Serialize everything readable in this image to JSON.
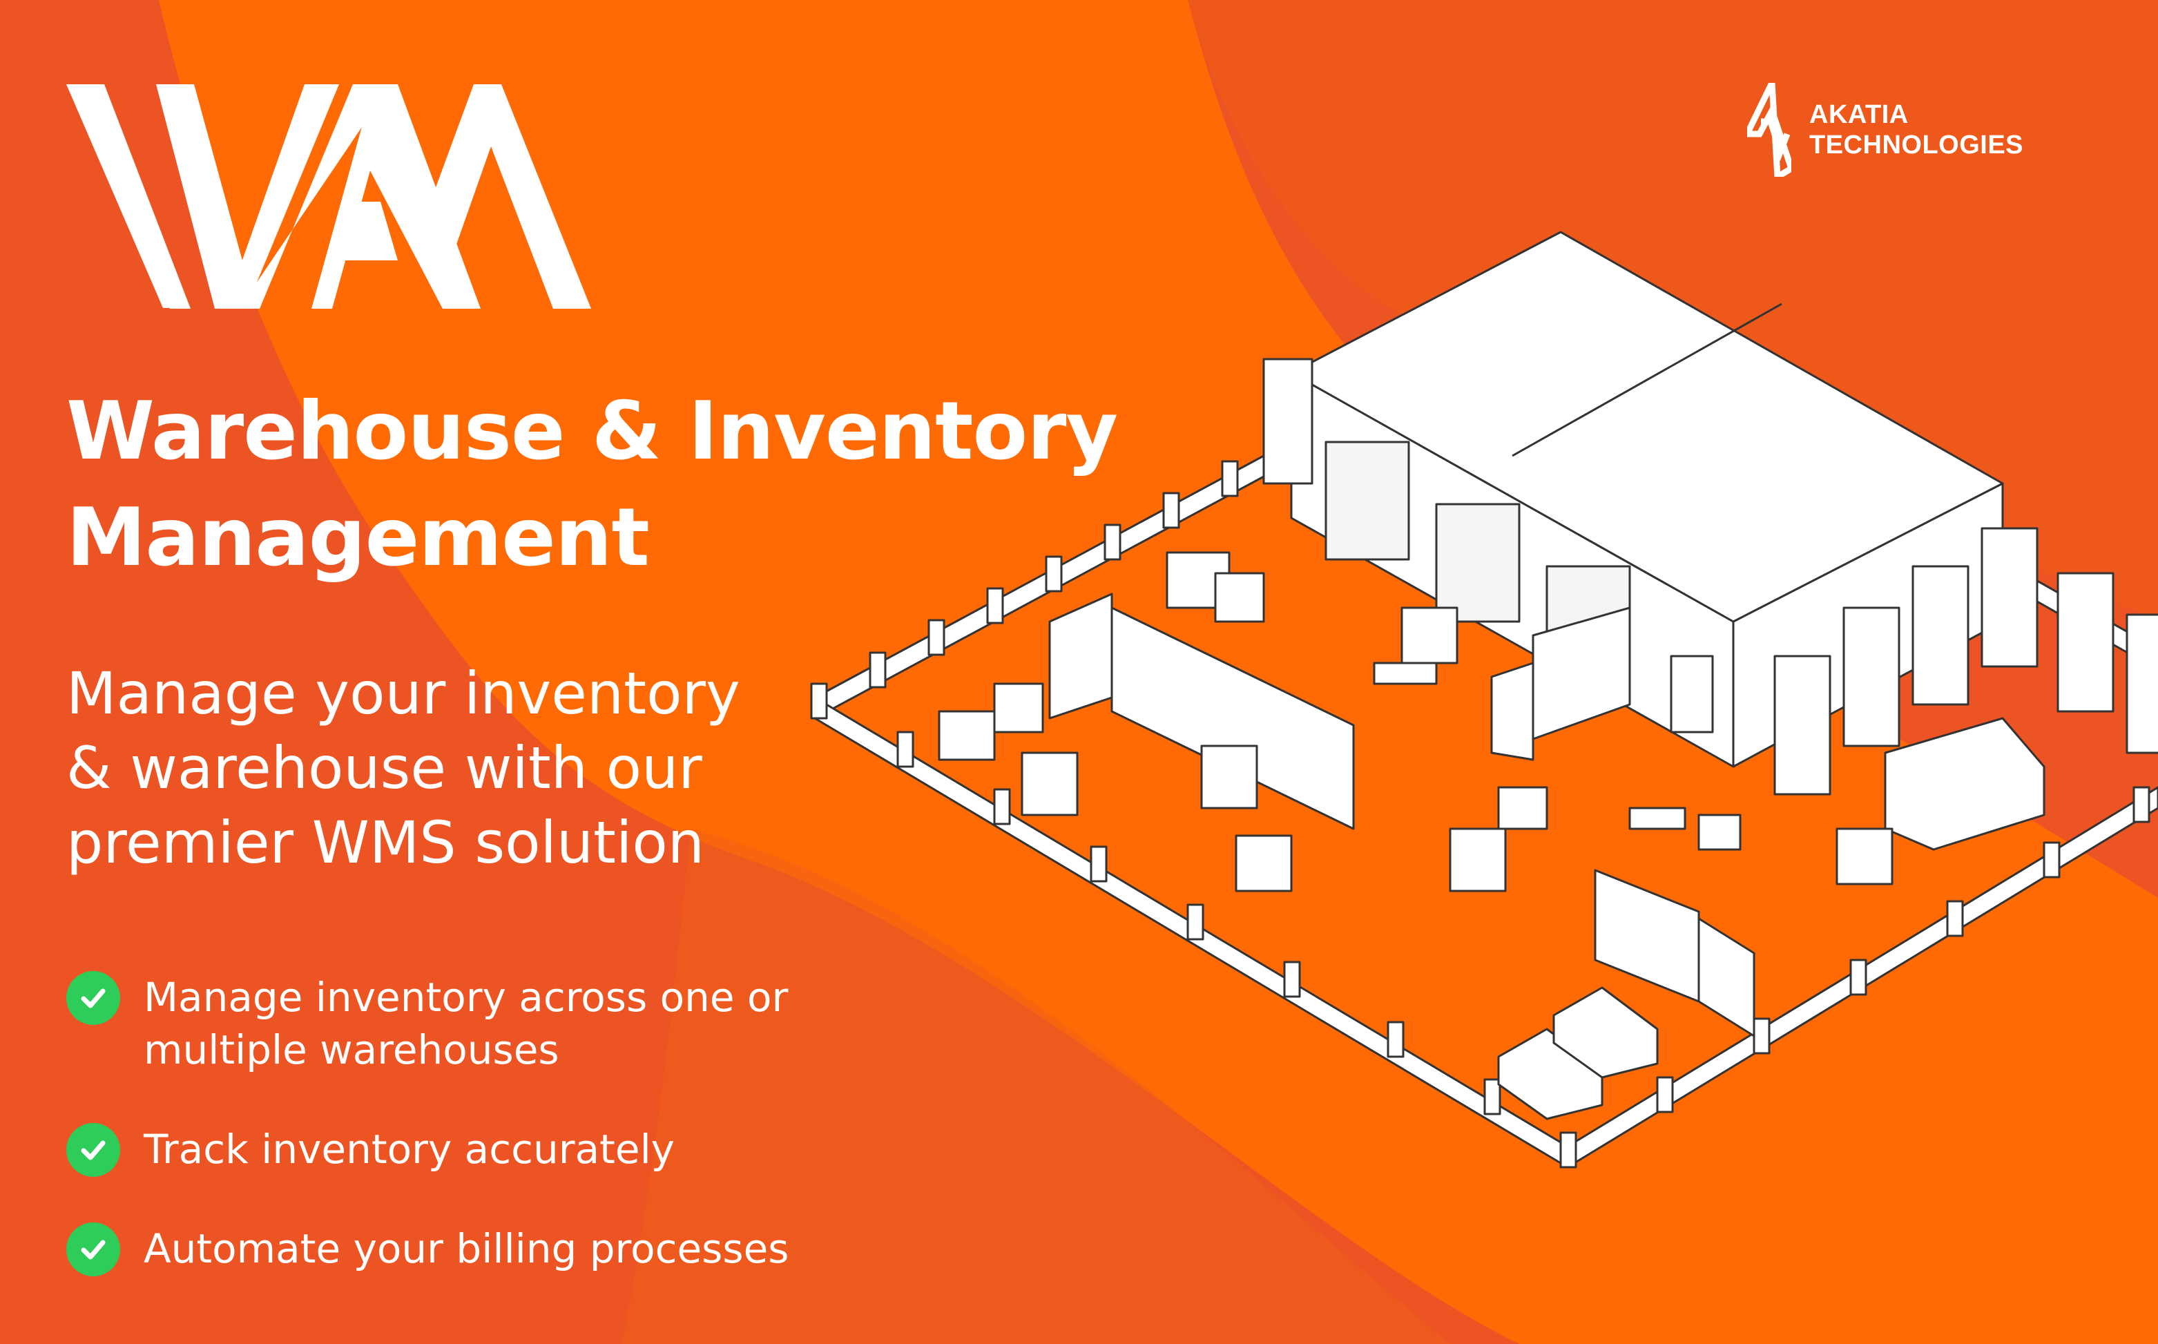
{
  "brand": {
    "logo_text": "WAM",
    "company_line1": "AKATIA",
    "company_line2": "TECHNOLOGIES"
  },
  "headline": {
    "line1": "Warehouse & Inventory",
    "line2": "Management"
  },
  "subtitle": {
    "line1": "Manage your inventory",
    "line2": "& warehouse with our",
    "line3": "premier WMS solution"
  },
  "features": [
    {
      "line1": "Manage inventory across one or",
      "line2": "multiple warehouses",
      "icon": "check-circle-icon"
    },
    {
      "line1": "Track inventory accurately",
      "icon": "check-circle-icon"
    },
    {
      "line1": "Automate your billing processes",
      "icon": "check-circle-icon"
    }
  ],
  "colors": {
    "dark_orange": "#EC5423",
    "bright_orange": "#FF6A05",
    "check_green": "#2ECC59",
    "white": "#FFFFFF"
  }
}
